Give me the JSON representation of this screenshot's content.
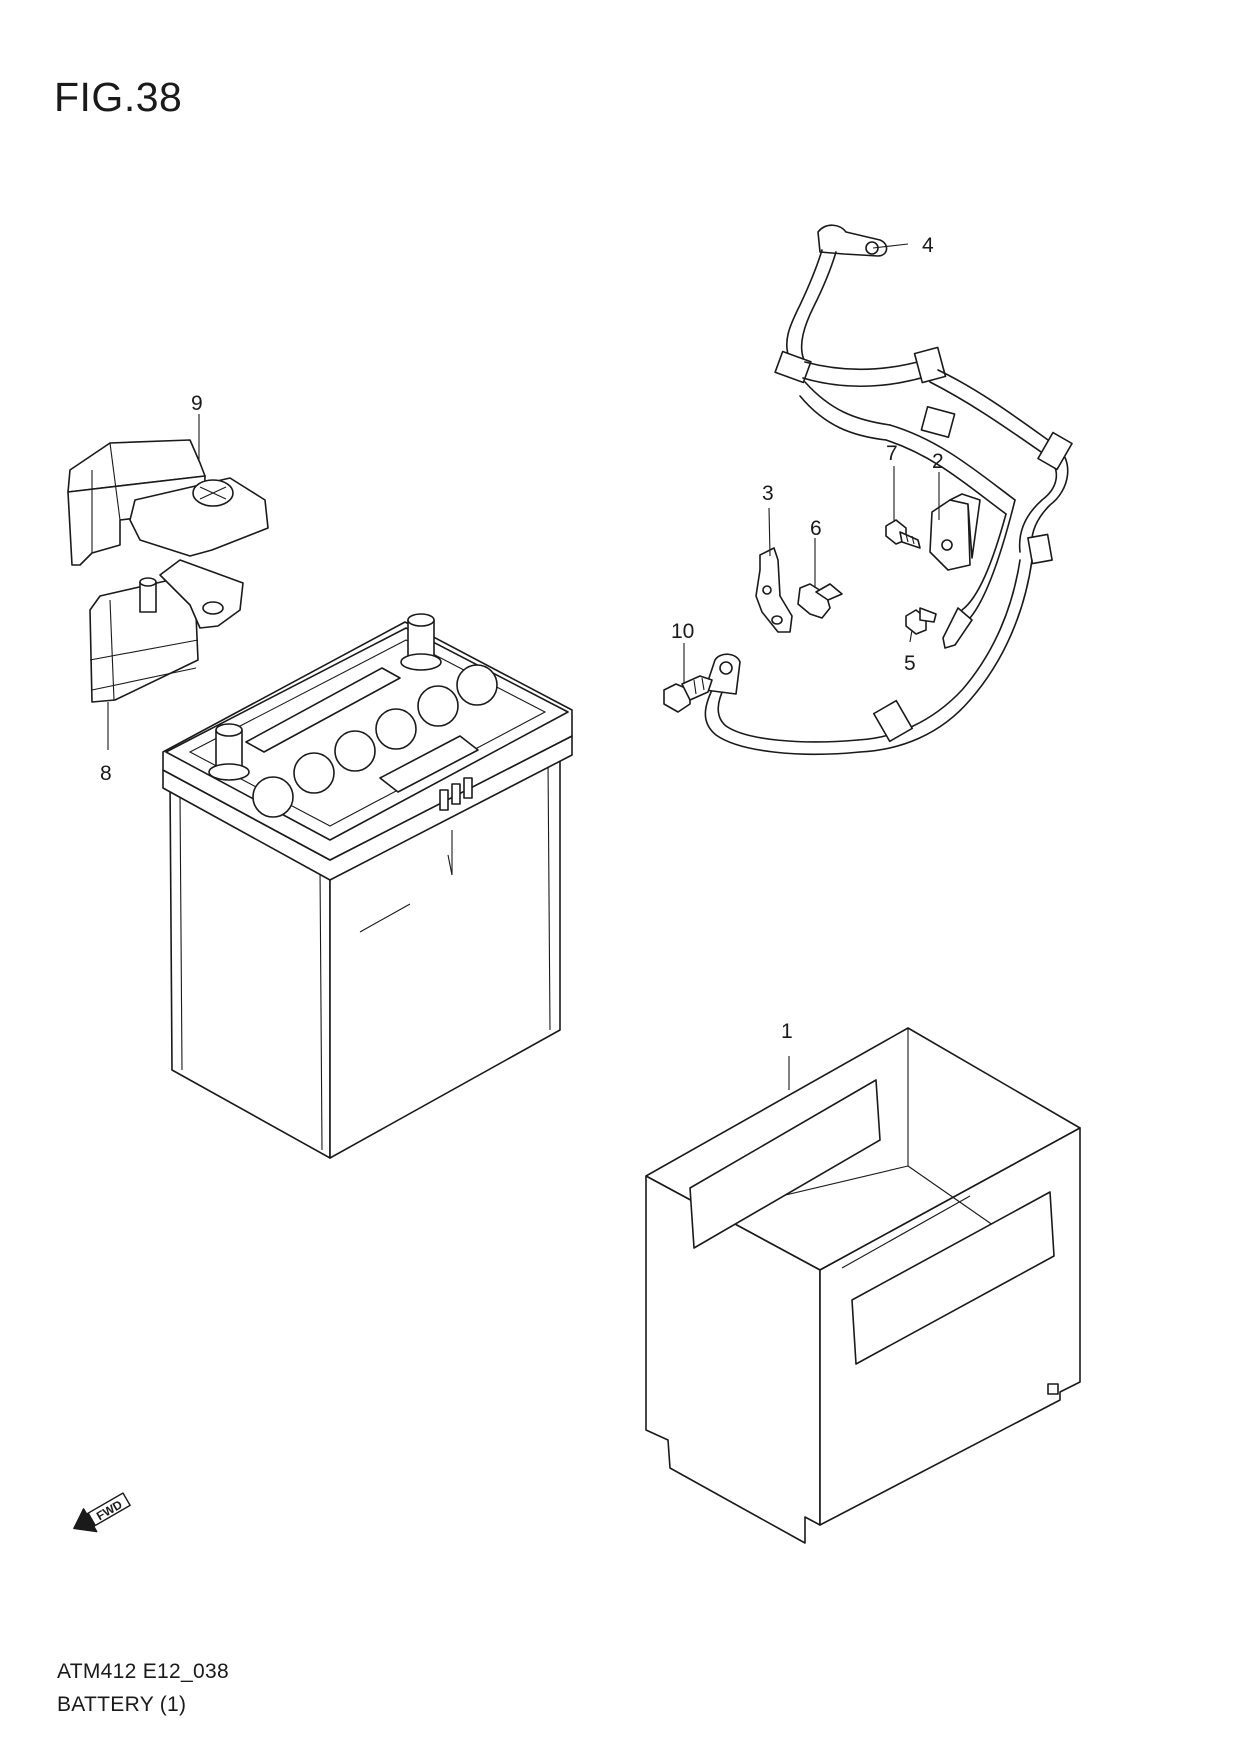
{
  "figure": {
    "title": "FIG.38"
  },
  "footer": {
    "code": "ATM412 E12_038",
    "name": "BATTERY (1)"
  },
  "direction_marker": {
    "label": "FWD"
  },
  "callouts": [
    {
      "id": "1",
      "label": "1",
      "part": "battery-tray"
    },
    {
      "id": "2",
      "label": "2",
      "part": "bracket-plate"
    },
    {
      "id": "3",
      "label": "3",
      "part": "clamp-bracket"
    },
    {
      "id": "4",
      "label": "4",
      "part": "battery-cable-harness"
    },
    {
      "id": "5",
      "label": "5",
      "part": "bolt"
    },
    {
      "id": "6",
      "label": "6",
      "part": "bolt"
    },
    {
      "id": "7",
      "label": "7",
      "part": "bolt"
    },
    {
      "id": "8",
      "label": "8",
      "part": "terminal-clamp"
    },
    {
      "id": "9",
      "label": "9",
      "part": "terminal-cover"
    },
    {
      "id": "10",
      "label": "10",
      "part": "bolt"
    }
  ]
}
